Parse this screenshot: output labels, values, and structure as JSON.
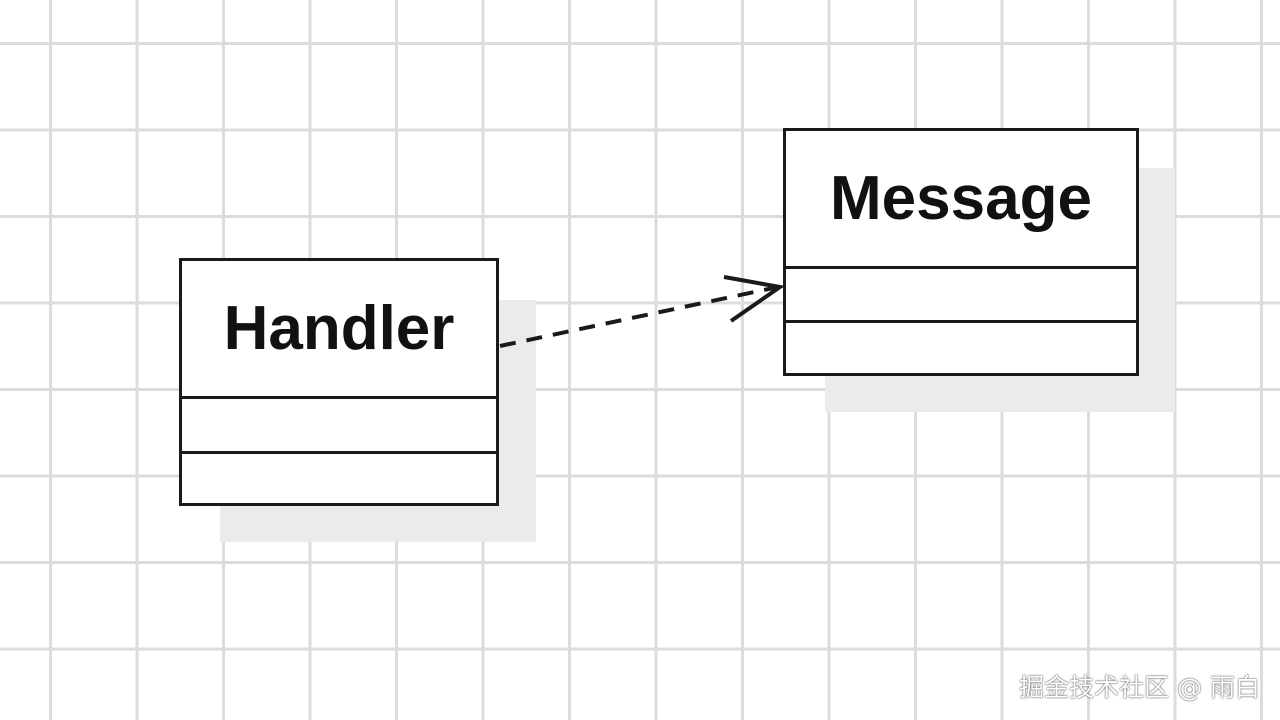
{
  "diagram": {
    "classes": [
      {
        "id": "handler",
        "name": "Handler"
      },
      {
        "id": "message",
        "name": "Message"
      }
    ],
    "relationship": {
      "from": "Handler",
      "to": "Message",
      "line_style": "dashed",
      "arrowhead": "open"
    },
    "colors": {
      "line": "#1a1a1a",
      "grid": "#dcdcdc",
      "shadow": "#ebebeb",
      "background": "#ffffff"
    }
  },
  "watermark": {
    "text": "掘金技术社区 @ 雨白"
  }
}
